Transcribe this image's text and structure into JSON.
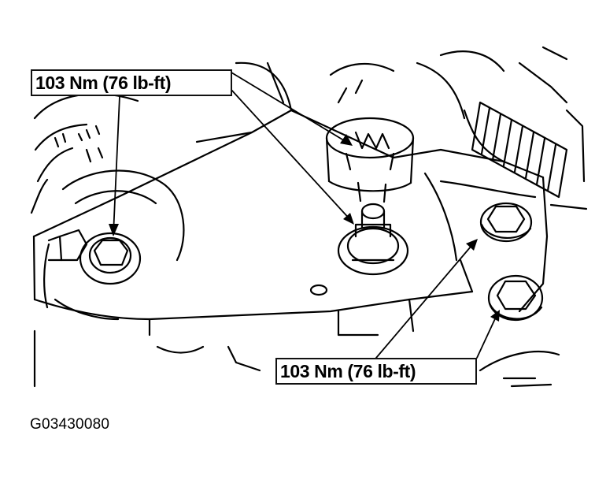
{
  "callouts": {
    "upper_torque_label": "103 Nm (76 lb-ft)",
    "lower_torque_label": "103 Nm (76 lb-ft)"
  },
  "figure": {
    "id": "G03430080"
  }
}
